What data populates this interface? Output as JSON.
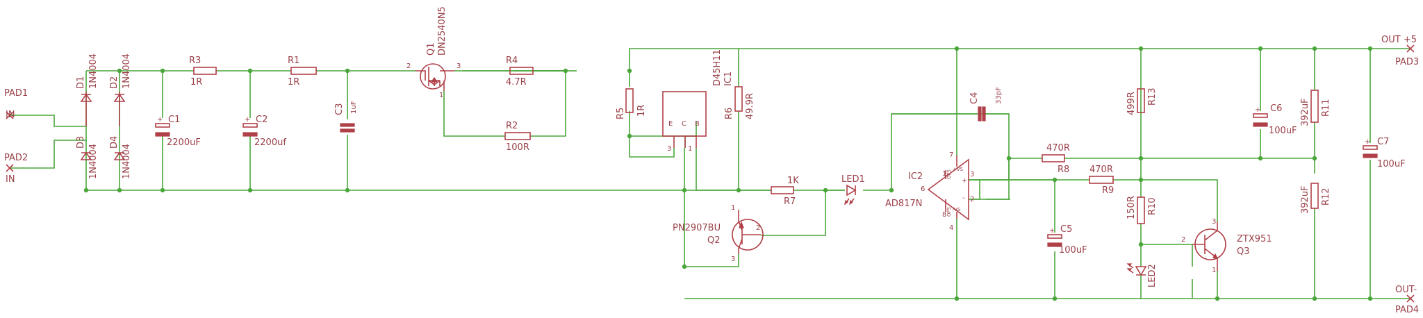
{
  "pads": {
    "pad1": {
      "name": "PAD1",
      "label": "IN"
    },
    "pad2": {
      "name": "PAD2",
      "label": "IN"
    },
    "pad3": {
      "name": "PAD3",
      "label": "OUT +5"
    },
    "pad4": {
      "name": "PAD4",
      "label": "OUT-"
    }
  },
  "diodes": {
    "d1": {
      "name": "D1",
      "value": "1N4004"
    },
    "d2": {
      "name": "D2",
      "value": "1N4004"
    },
    "d3": {
      "name": "D3",
      "value": "1N4004"
    },
    "d4": {
      "name": "D4",
      "value": "1N4004"
    }
  },
  "capacitors": {
    "c1": {
      "name": "C1",
      "value": "2200uF"
    },
    "c2": {
      "name": "C2",
      "value": "2200uf"
    },
    "c3": {
      "name": "C3",
      "value": "1uF"
    },
    "c4": {
      "name": "C4",
      "value": "33pF"
    },
    "c5": {
      "name": "C5",
      "value": "100uF"
    },
    "c6": {
      "name": "C6",
      "value": "100uF"
    },
    "c7": {
      "name": "C7",
      "value": "100uF"
    }
  },
  "resistors": {
    "r1": {
      "name": "R1",
      "value": "1R"
    },
    "r2": {
      "name": "R2",
      "value": "100R"
    },
    "r3": {
      "name": "R3",
      "value": "1R"
    },
    "r4": {
      "name": "R4",
      "value": "4.7R"
    },
    "r5": {
      "name": "R5",
      "value": "1R"
    },
    "r6": {
      "name": "R6",
      "value": "49.9R"
    },
    "r7": {
      "name": "R7",
      "value": "1K"
    },
    "r8": {
      "name": "R8",
      "value": "470R"
    },
    "r9": {
      "name": "R9",
      "value": "470R"
    },
    "r10": {
      "name": "R10",
      "value": "150R"
    },
    "r11": {
      "name": "R11",
      "value": "392uF"
    },
    "r12": {
      "name": "R12",
      "value": "392uF"
    },
    "r13": {
      "name": "R13",
      "value": "499R"
    }
  },
  "transistors": {
    "q1": {
      "name": "Q1",
      "value": "DN2540N5"
    },
    "q2": {
      "name": "Q2",
      "value": "PN2907BU"
    },
    "q3": {
      "name": "Q3",
      "value": "ZTX951"
    }
  },
  "ics": {
    "ic1": {
      "name": "IC1",
      "value": "D45H11",
      "pins": [
        "E",
        "C",
        "B"
      ]
    },
    "ic2": {
      "name": "IC2",
      "value": "AD817N"
    }
  },
  "leds": {
    "led1": {
      "name": "LED1"
    },
    "led2": {
      "name": "LED2"
    }
  },
  "pin_numbers": [
    "1",
    "2",
    "3",
    "4",
    "5",
    "6",
    "7",
    "8"
  ],
  "opamp_marks": {
    "vs_plus": "+VS",
    "vs_minus": "-VS",
    "ofs": "OFS",
    "plus": "+",
    "minus": "-"
  },
  "colors": {
    "wire": "#4aa63a",
    "part": "#b04048",
    "text": "#9a4048"
  }
}
